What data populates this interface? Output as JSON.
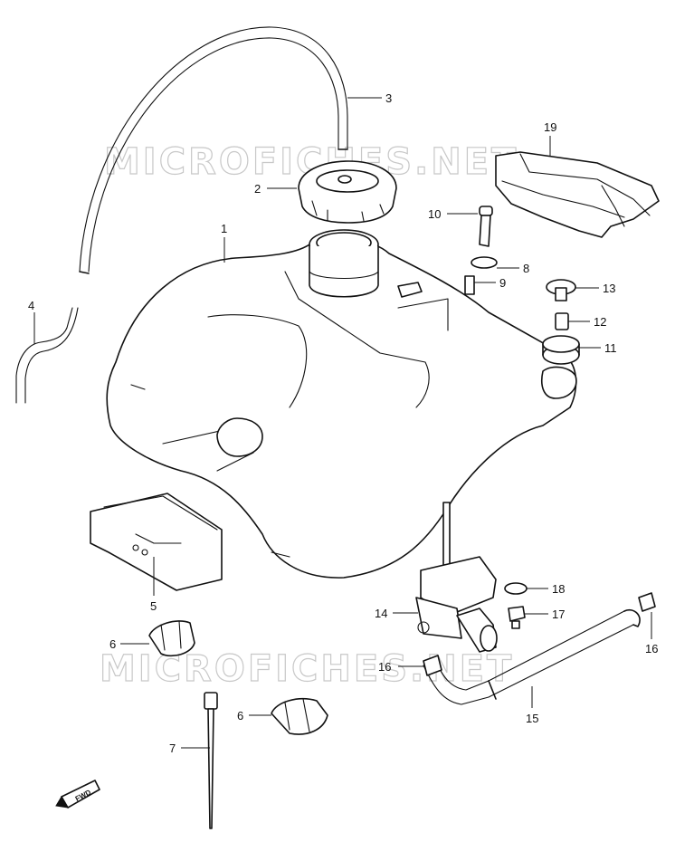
{
  "watermark": {
    "text": "MICROFICHES.NET",
    "color": "#c8c8c8"
  },
  "direction_marker": {
    "label": "FWD"
  },
  "callouts": [
    {
      "id": "1",
      "label": "1"
    },
    {
      "id": "2",
      "label": "2"
    },
    {
      "id": "3",
      "label": "3"
    },
    {
      "id": "4",
      "label": "4"
    },
    {
      "id": "5",
      "label": "5"
    },
    {
      "id": "6a",
      "label": "6"
    },
    {
      "id": "6b",
      "label": "6"
    },
    {
      "id": "7",
      "label": "7"
    },
    {
      "id": "8",
      "label": "8"
    },
    {
      "id": "9",
      "label": "9"
    },
    {
      "id": "10",
      "label": "10"
    },
    {
      "id": "11",
      "label": "11"
    },
    {
      "id": "12",
      "label": "12"
    },
    {
      "id": "13",
      "label": "13"
    },
    {
      "id": "14",
      "label": "14"
    },
    {
      "id": "15",
      "label": "15"
    },
    {
      "id": "16a",
      "label": "16"
    },
    {
      "id": "16b",
      "label": "16"
    },
    {
      "id": "17",
      "label": "17"
    },
    {
      "id": "18",
      "label": "18"
    },
    {
      "id": "19",
      "label": "19"
    }
  ]
}
